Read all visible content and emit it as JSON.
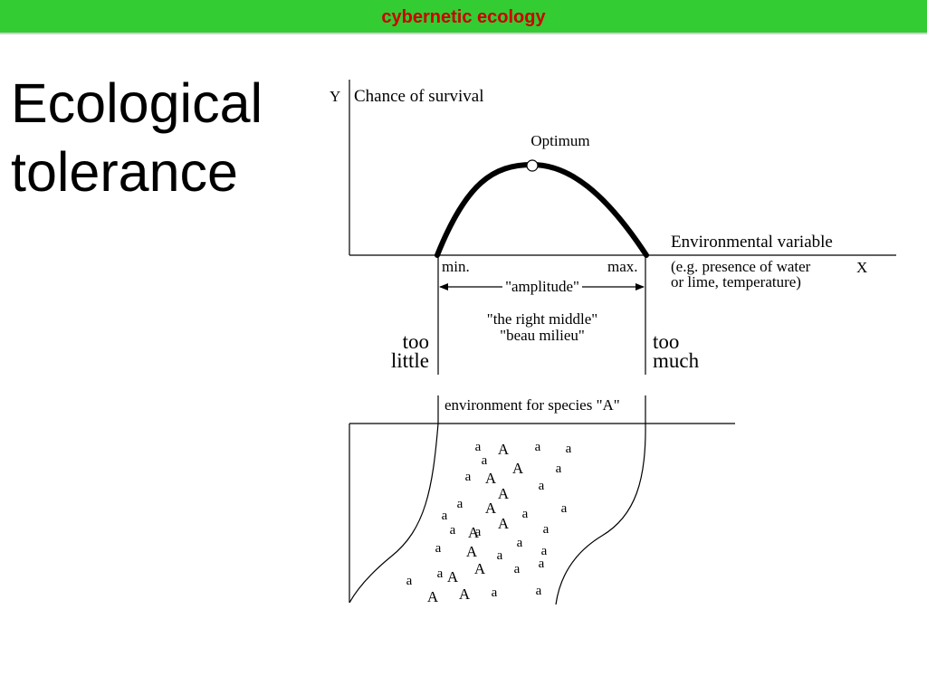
{
  "header": {
    "title": "cybernetic ecology",
    "title_color": "#cc0000",
    "background": "#33cc33"
  },
  "slide": {
    "title_lines": [
      "Ecological",
      "tolerance"
    ]
  },
  "diagram": {
    "y_axis_letter": "Y",
    "y_axis_label": "Chance of survival",
    "peak_label": "Optimum",
    "x_axis_label": "Environmental variable",
    "x_axis_letter": "X",
    "x_example_lines": [
      "(e.g. presence of water",
      "or lime, temperature)"
    ],
    "min_label": "min.",
    "max_label": "max.",
    "amplitude_label": "\"amplitude\"",
    "middle_lines": [
      "\"the right middle\"",
      "\"beau milieu\""
    ],
    "too_little_lines": [
      "too",
      "little"
    ],
    "too_much_lines": [
      "too",
      "much"
    ],
    "environment_label": "environment for species \"A\"",
    "species_letters": [
      "a",
      "A",
      "a",
      "a",
      "a",
      "A",
      "a",
      "a",
      "A",
      "a",
      "A",
      "a",
      "a",
      "A",
      "a",
      "a",
      "A",
      "a",
      "a",
      "a",
      "A",
      "a",
      "a",
      "A",
      "a",
      "a",
      "a",
      "a",
      "A",
      "A",
      "a",
      "a",
      "A",
      "A",
      "a",
      "a"
    ]
  }
}
